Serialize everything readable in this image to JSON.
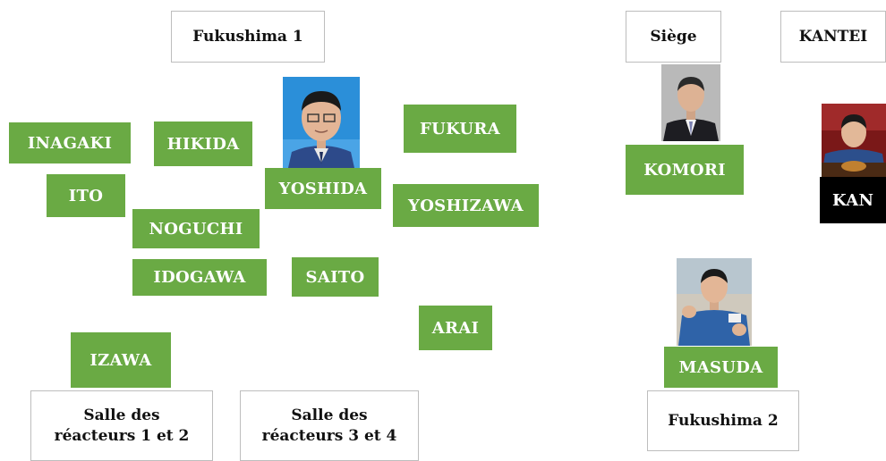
{
  "boxes": {
    "fukushima1": "Fukushima 1",
    "siege": "Siège",
    "kantei": "KANTEI",
    "salle12_l1": "Salle des",
    "salle12_l2": "réacteurs 1 et 2",
    "salle34_l1": "Salle des",
    "salle34_l2": "réacteurs 3 et 4",
    "fukushima2": "Fukushima 2"
  },
  "people": {
    "inagaki": "INAGAKI",
    "hikida": "HIKIDA",
    "fukura": "FUKURA",
    "ito": "ITO",
    "yoshida": "YOSHIDA",
    "yoshizawa": "YOSHIZAWA",
    "noguchi": "NOGUCHI",
    "idogawa": "IDOGAWA",
    "saito": "SAITO",
    "arai": "ARAI",
    "izawa": "IZAWA",
    "komori": "KOMORI",
    "kan": "KAN",
    "masuda": "MASUDA"
  },
  "colors": {
    "name_tag": "#6aaa44",
    "name_tag_dark": "#000000",
    "box_border": "#bdbdbd"
  }
}
